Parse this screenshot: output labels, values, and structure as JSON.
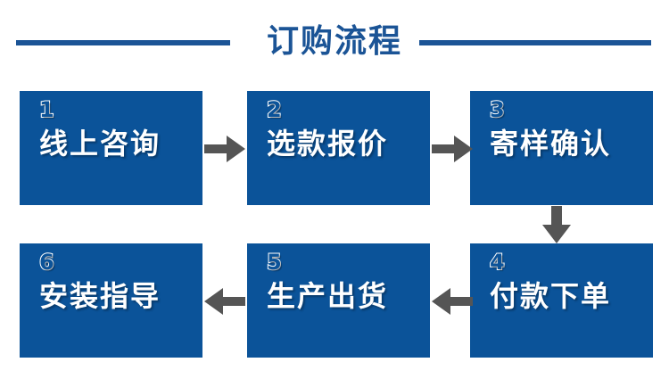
{
  "title": {
    "text": "订购流程",
    "color": "#1b5496",
    "rule_color": "#1b5496"
  },
  "theme": {
    "box_fill": "#0b5399",
    "box_text": "#ffffff",
    "arrow_color": "#555555",
    "background": "#ffffff"
  },
  "flow": {
    "steps": [
      {
        "number": "1",
        "label": "线上咨询"
      },
      {
        "number": "2",
        "label": "选款报价"
      },
      {
        "number": "3",
        "label": "寄样确认"
      },
      {
        "number": "4",
        "label": "付款下单"
      },
      {
        "number": "5",
        "label": "生产出货"
      },
      {
        "number": "6",
        "label": "安装指导"
      }
    ],
    "arrows": [
      {
        "from": "1",
        "to": "2",
        "direction": "right"
      },
      {
        "from": "2",
        "to": "3",
        "direction": "right"
      },
      {
        "from": "3",
        "to": "4",
        "direction": "down"
      },
      {
        "from": "4",
        "to": "5",
        "direction": "left"
      },
      {
        "from": "5",
        "to": "6",
        "direction": "left"
      }
    ]
  }
}
